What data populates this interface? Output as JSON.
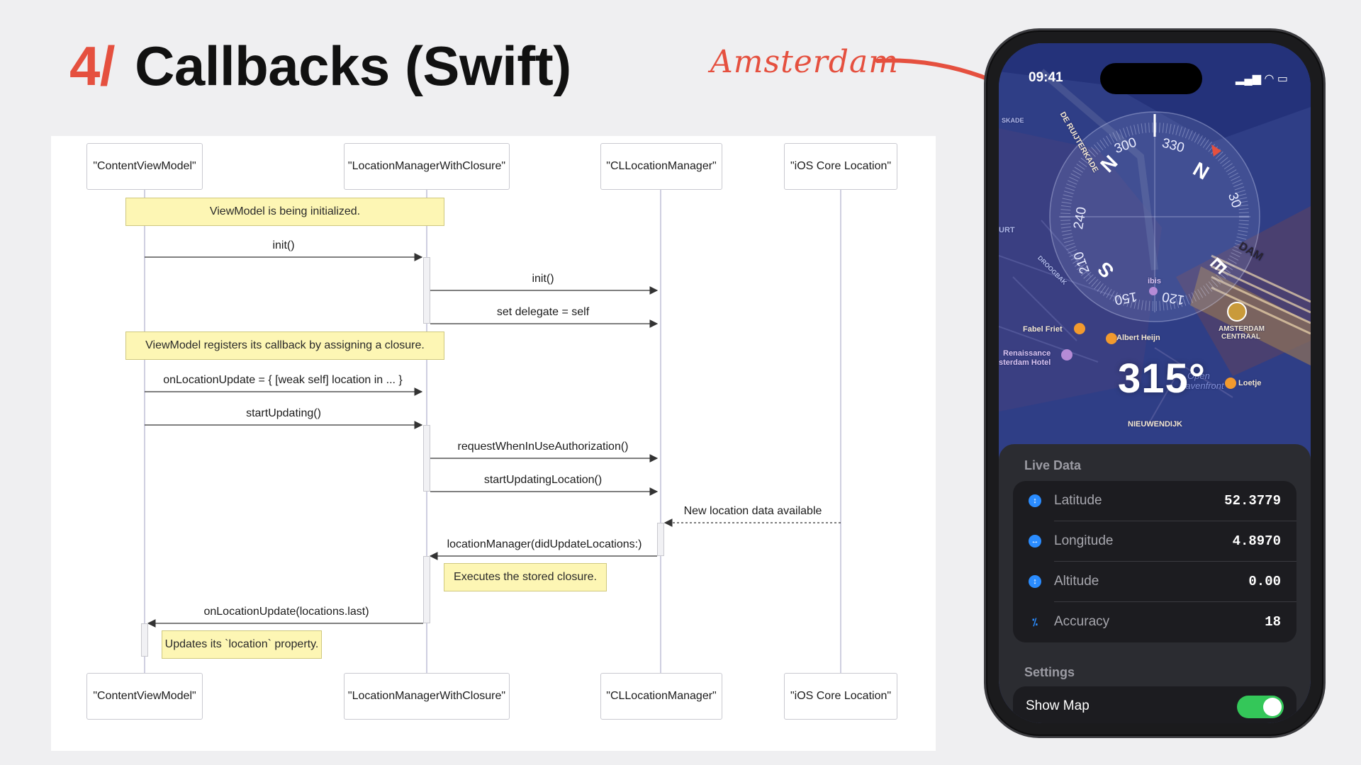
{
  "slide": {
    "number": "4/",
    "title": "Callbacks (Swift)"
  },
  "annotation": {
    "text": "Amsterdam",
    "color": "#e5503f"
  },
  "diagram": {
    "actors": [
      "\"ContentViewModel\"",
      "\"LocationManagerWithClosure\"",
      "\"CLLocationManager\"",
      "\"iOS Core Location\""
    ],
    "notes": [
      "ViewModel is being initialized.",
      "ViewModel registers its callback by assigning a closure.",
      "Executes the stored closure.",
      "Updates its `location` property."
    ],
    "messages": [
      "init()",
      "init()",
      "set delegate = self",
      "onLocationUpdate = { [weak self] location in ... }",
      "startUpdating()",
      "requestWhenInUseAuthorization()",
      "startUpdatingLocation()",
      "New location data available",
      "locationManager(didUpdateLocations:)",
      "onLocationUpdate(locations.last)"
    ]
  },
  "phone": {
    "status": {
      "time": "09:41"
    },
    "compass": {
      "heading": "315°",
      "ticks": [
        "300",
        "330",
        "30",
        "240",
        "210",
        "150",
        "120"
      ],
      "cardinals": [
        "N",
        "S",
        "E"
      ],
      "dial_direction_label": "N"
    },
    "map_labels": [
      "DE RUIJTERKADE",
      "Fabel Friet",
      "Renaissance",
      "sterdam Hotel",
      "Albert Heijn",
      "AMSTERDAM",
      "CENTRAAL",
      "Loetje",
      "NIEUWENDIJK",
      "Open",
      "Havenfront",
      "ibis",
      "DROOGBAK",
      "SKADE",
      "URT",
      "DAM"
    ],
    "live_data": {
      "header": "Live Data",
      "rows": [
        {
          "label": "Latitude",
          "value": "52.3779",
          "icon": "latitude-icon"
        },
        {
          "label": "Longitude",
          "value": "4.8970",
          "icon": "longitude-icon"
        },
        {
          "label": "Altitude",
          "value": "0.00",
          "icon": "altitude-icon"
        },
        {
          "label": "Accuracy",
          "value": "18",
          "icon": "accuracy-icon"
        }
      ]
    },
    "settings": {
      "header": "Settings",
      "show_map_label": "Show Map",
      "show_map_on": true
    }
  }
}
